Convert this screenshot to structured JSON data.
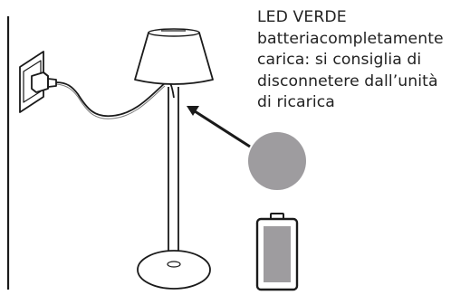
{
  "caption": {
    "lines": [
      "LED VERDE",
      "batteriacompletamente",
      "carica: si consiglia di",
      "disconnetere dall’unità",
      "di ricarica"
    ]
  },
  "colors": {
    "led": "#9e9c9f",
    "line": "#1a1a1a",
    "battery_fill": "#9e9c9f"
  },
  "battery_level": 1.0
}
